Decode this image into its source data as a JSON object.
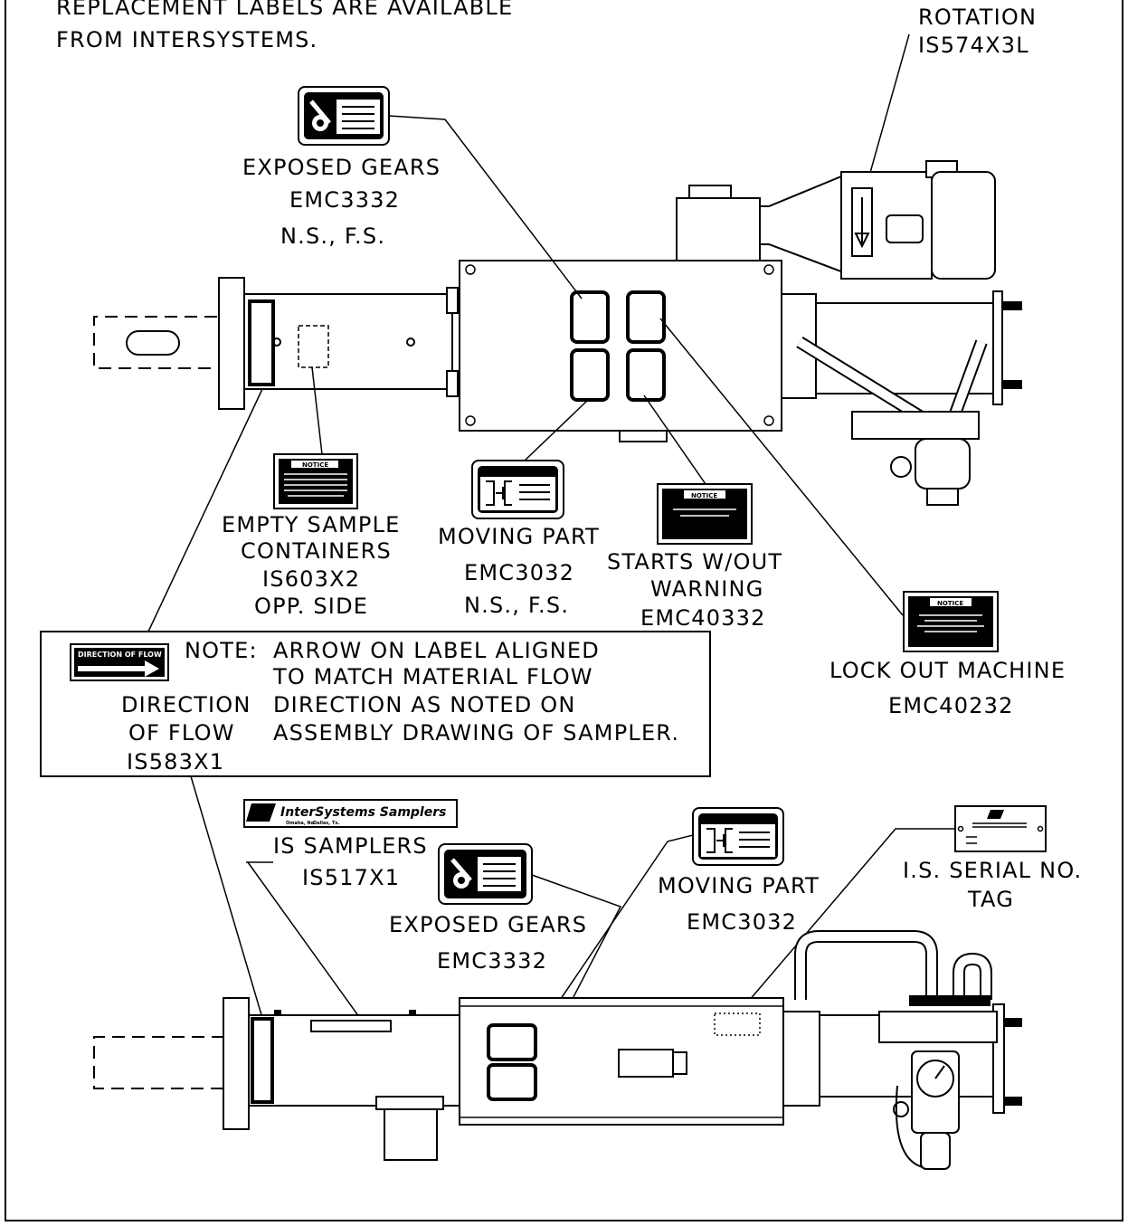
{
  "header_note": {
    "line1": "REPLACEMENT LABELS ARE AVAILABLE",
    "line2": "FROM INTERSYSTEMS."
  },
  "labels": {
    "rotation": {
      "name": "ROTATION",
      "part": "IS574X3L"
    },
    "exposed_gears_top": {
      "name": "EXPOSED GEARS",
      "part": "EMC3332",
      "side": "N.S., F.S."
    },
    "empty_sample": {
      "name1": "EMPTY SAMPLE",
      "name2": "CONTAINERS",
      "part": "IS603X2",
      "side": "OPP. SIDE"
    },
    "moving_part_top": {
      "name": "MOVING PART",
      "part": "EMC3032",
      "side": "N.S., F.S."
    },
    "starts_without": {
      "name1": "STARTS W/OUT",
      "name2": "WARNING",
      "part": "EMC40332"
    },
    "lock_out": {
      "name": "LOCK OUT MACHINE",
      "part": "EMC40232"
    },
    "direction_flow": {
      "name1": "DIRECTION",
      "name2": "OF FLOW",
      "part": "IS583X1"
    },
    "is_samplers": {
      "name": "IS SAMPLERS",
      "part": "IS517X1"
    },
    "exposed_gears_bottom": {
      "name": "EXPOSED GEARS",
      "part": "EMC3332"
    },
    "moving_part_bottom": {
      "name": "MOVING PART",
      "part": "EMC3032"
    },
    "serial_tag": {
      "name1": "I.S. SERIAL NO.",
      "name2": "TAG"
    }
  },
  "note_box": {
    "prefix": "NOTE:",
    "line1": "ARROW ON LABEL ALIGNED",
    "line2": "TO MATCH MATERIAL FLOW",
    "line3": "DIRECTION AS NOTED ON",
    "line4": "ASSEMBLY DRAWING OF SAMPLER."
  },
  "decal_text": {
    "notice": "NOTICE",
    "direction_of_flow": "DIRECTION OF FLOW",
    "intersystems": "InterSystems Samplers",
    "omaha": "Omaha, Ne.",
    "dallas": "Dallas, Tx."
  }
}
